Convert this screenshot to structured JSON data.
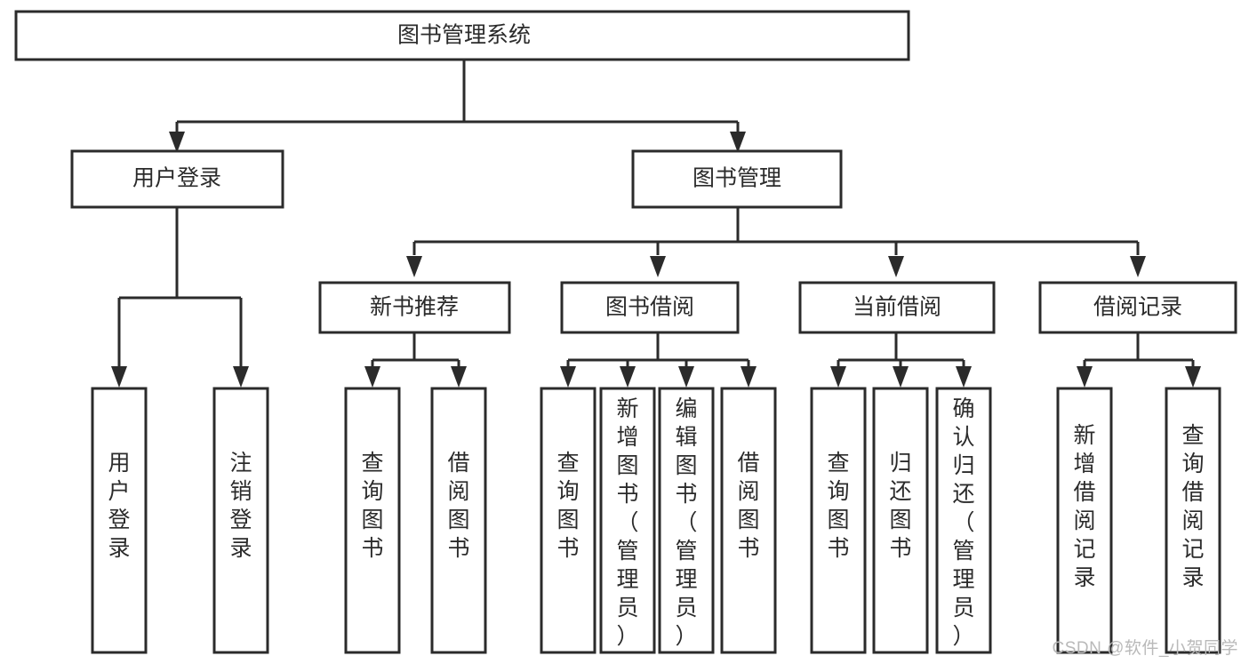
{
  "diagram": {
    "type": "tree-hierarchy",
    "title": "图书管理系统",
    "orientation": "top-down",
    "background_color": "#ffffff",
    "line_color": "#2b2b2b",
    "box_fill": "#ffffff",
    "levels": 4,
    "root": {
      "id": "root",
      "label": "图书管理系统",
      "text_orientation": "horizontal"
    },
    "level2": [
      {
        "id": "n-user-login",
        "label": "用户登录",
        "text_orientation": "horizontal"
      },
      {
        "id": "n-book-manage",
        "label": "图书管理",
        "text_orientation": "horizontal"
      }
    ],
    "level3": [
      {
        "id": "n-new-book-rec",
        "label": "新书推荐",
        "text_orientation": "horizontal",
        "parent": "n-book-manage"
      },
      {
        "id": "n-book-borrow",
        "label": "图书借阅",
        "text_orientation": "horizontal",
        "parent": "n-book-manage"
      },
      {
        "id": "n-current-borrow",
        "label": "当前借阅",
        "text_orientation": "horizontal",
        "parent": "n-book-manage"
      },
      {
        "id": "n-borrow-record",
        "label": "借阅记录",
        "text_orientation": "horizontal",
        "parent": "n-book-manage"
      }
    ],
    "leaves": [
      {
        "id": "l-user-login",
        "label": "用户登录",
        "chars": [
          "用",
          "户",
          "登",
          "录"
        ],
        "parent": "n-user-login",
        "text_orientation": "vertical"
      },
      {
        "id": "l-logout-login",
        "label": "注销登录",
        "chars": [
          "注",
          "销",
          "登",
          "录"
        ],
        "parent": "n-user-login",
        "text_orientation": "vertical"
      },
      {
        "id": "l-query-book-1",
        "label": "查询图书",
        "chars": [
          "查",
          "询",
          "图",
          "书"
        ],
        "parent": "n-new-book-rec",
        "text_orientation": "vertical"
      },
      {
        "id": "l-borrow-book-1",
        "label": "借阅图书",
        "chars": [
          "借",
          "阅",
          "图",
          "书"
        ],
        "parent": "n-new-book-rec",
        "text_orientation": "vertical"
      },
      {
        "id": "l-query-book-2",
        "label": "查询图书",
        "chars": [
          "查",
          "询",
          "图",
          "书"
        ],
        "parent": "n-book-borrow",
        "text_orientation": "vertical"
      },
      {
        "id": "l-add-book-admin",
        "label": "新增图书（管理员）",
        "chars": [
          "新",
          "增",
          "图",
          "书",
          "（",
          "管",
          "理",
          "员",
          "）"
        ],
        "parent": "n-book-borrow",
        "text_orientation": "vertical"
      },
      {
        "id": "l-edit-book-admin",
        "label": "编辑图书（管理员）",
        "chars": [
          "编",
          "辑",
          "图",
          "书",
          "（",
          "管",
          "理",
          "员",
          "）"
        ],
        "parent": "n-book-borrow",
        "text_orientation": "vertical"
      },
      {
        "id": "l-borrow-book-2",
        "label": "借阅图书",
        "chars": [
          "借",
          "阅",
          "图",
          "书"
        ],
        "parent": "n-book-borrow",
        "text_orientation": "vertical"
      },
      {
        "id": "l-query-book-3",
        "label": "查询图书",
        "chars": [
          "查",
          "询",
          "图",
          "书"
        ],
        "parent": "n-current-borrow",
        "text_orientation": "vertical"
      },
      {
        "id": "l-return-book",
        "label": "归还图书",
        "chars": [
          "归",
          "还",
          "图",
          "书"
        ],
        "parent": "n-current-borrow",
        "text_orientation": "vertical"
      },
      {
        "id": "l-confirm-return-admin",
        "label": "确认归还（管理员）",
        "chars": [
          "确",
          "认",
          "归",
          "还",
          "（",
          "管",
          "理",
          "员",
          "）"
        ],
        "parent": "n-current-borrow",
        "text_orientation": "vertical"
      },
      {
        "id": "l-add-borrow-record",
        "label": "新增借阅记录",
        "chars": [
          "新",
          "增",
          "借",
          "阅",
          "记",
          "录"
        ],
        "parent": "n-borrow-record",
        "text_orientation": "vertical"
      },
      {
        "id": "l-query-borrow-record",
        "label": "查询借阅记录",
        "chars": [
          "查",
          "询",
          "借",
          "阅",
          "记",
          "录"
        ],
        "parent": "n-borrow-record",
        "text_orientation": "vertical"
      }
    ]
  },
  "watermark": {
    "text": "CSDN @软件_小贺同学",
    "color": "#b9b9b9"
  }
}
